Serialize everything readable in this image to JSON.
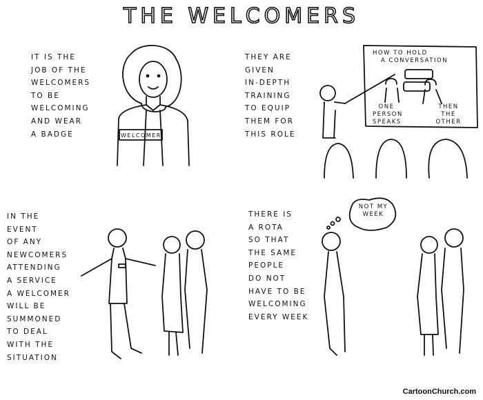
{
  "title": "THE WELCOMERS",
  "panels": [
    {
      "caption": [
        "IT IS THE",
        "JOB OF THE",
        "WELCOMERS",
        "TO BE",
        "WELCOMING",
        "AND WEAR",
        "A BADGE"
      ],
      "badge": "WELCOMER"
    },
    {
      "caption": [
        "THEY ARE",
        "GIVEN",
        "IN-DEPTH",
        "TRAINING",
        "TO EQUIP",
        "THEM FOR",
        "THIS ROLE"
      ],
      "board": {
        "title": [
          "HOW TO HOLD",
          "A CONVERSATION"
        ],
        "left_label": [
          "ONE",
          "PERSON",
          "SPEAKS"
        ],
        "right_label": [
          "THEN",
          "THE",
          "OTHER"
        ]
      }
    },
    {
      "caption": [
        "IN THE",
        "EVENT",
        "OF ANY",
        "NEWCOMERS",
        "ATTENDING",
        "A SERVICE",
        "A WELCOMER",
        "WILL BE",
        "SUMMONED",
        "TO DEAL",
        "WITH THE",
        "SITUATION"
      ]
    },
    {
      "caption": [
        "THERE IS",
        "A ROTA",
        "SO THAT",
        "THE SAME",
        "PEOPLE",
        "DO NOT",
        "HAVE TO BE",
        "WELCOMING",
        "EVERY WEEK"
      ],
      "thought": [
        "NOT MY",
        "WEEK"
      ]
    }
  ],
  "footer": "CartoonChurch.com"
}
